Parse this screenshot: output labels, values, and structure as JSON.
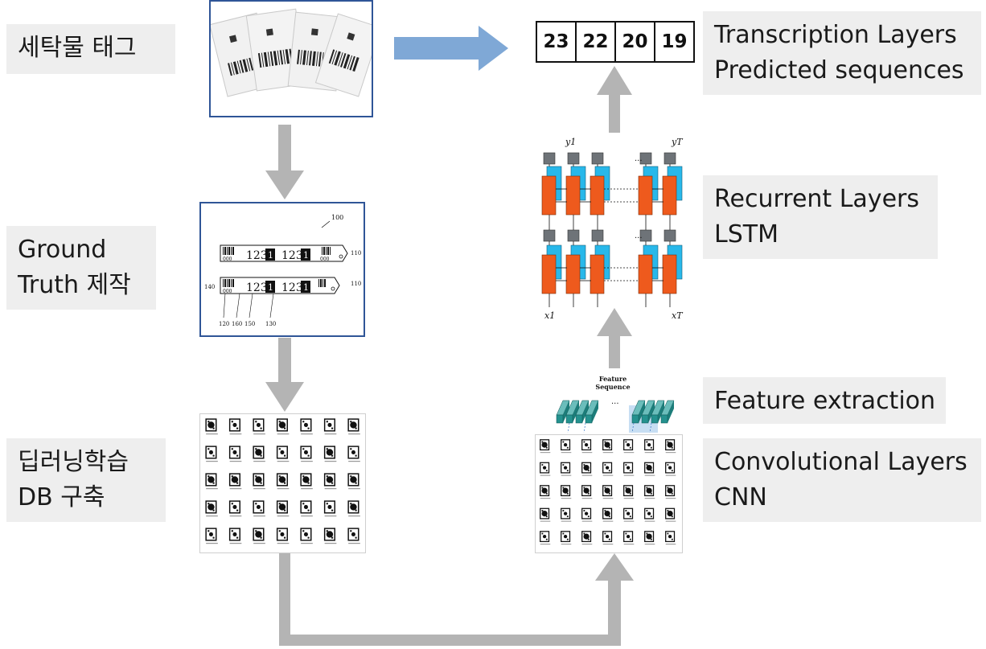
{
  "left_labels": {
    "laundry_tag": [
      "세탁물 태그"
    ],
    "ground_truth": [
      "Ground",
      "Truth 제작"
    ],
    "db_build": [
      "딥러닝학습",
      "DB 구축"
    ]
  },
  "right_labels": {
    "transcription": [
      "Transcription Layers",
      "Predicted sequences"
    ],
    "recurrent": [
      "Recurrent Layers",
      "LSTM"
    ],
    "feature": [
      "Feature extraction"
    ],
    "convolutional": [
      "Convolutional Layers",
      "CNN"
    ]
  },
  "predicted_sequence": [
    "23",
    "22",
    "20",
    "19"
  ],
  "feature_sequence_caption": "Feature Sequence",
  "ground_truth_figure": {
    "ref_top": "100",
    "digits": "123",
    "box": "1",
    "left_code": "000",
    "right_code": "000",
    "ref_110": "110",
    "ref_140": "140",
    "ref_120": "120",
    "bottom_refs": [
      "120",
      "160",
      "150",
      "130"
    ]
  },
  "lstm_labels": {
    "y1": "y1",
    "yT": "yT",
    "x1": "x1",
    "xT": "xT",
    "dots": "..."
  },
  "colors": {
    "arrow_gray": "#b4b4b4",
    "arrow_blue": "#7fa8d6",
    "lstm_orange": "#ee5a1d",
    "lstm_cyan": "#28b8ea",
    "lstm_node": "#6e7378",
    "feature_teal": "#1c7d7a",
    "label_bg": "#eeeeee",
    "tag_frame": "#2f5597"
  }
}
